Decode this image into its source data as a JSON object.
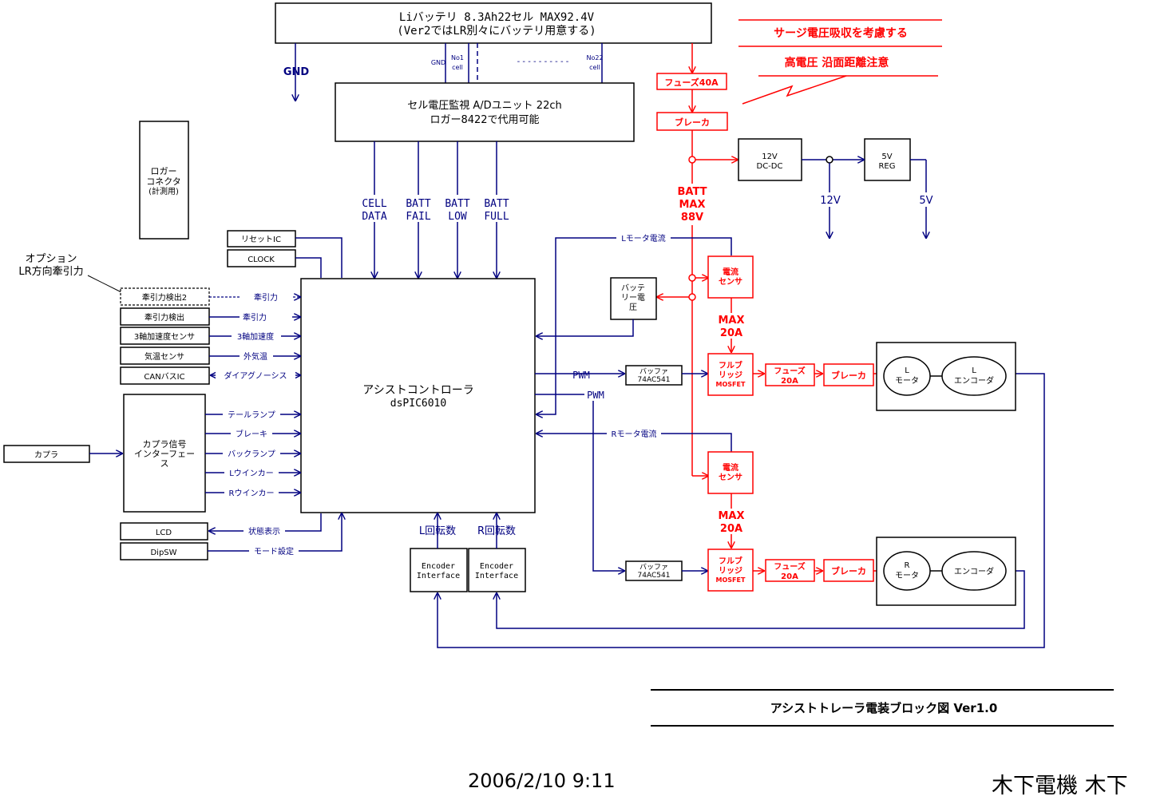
{
  "colors": {
    "black": "#000000",
    "navy": "#000080",
    "red": "#ff0000"
  },
  "battery": {
    "line1": "Liバッテリ  8.3Ah22セル MAX92.4V",
    "line2": "(Ver2ではLR別々にバッテリ用意する)"
  },
  "gnd": "GND",
  "taps": {
    "gnd": "GND",
    "no1_a": "No1",
    "no1_b": "cell",
    "dashes": "- - - - - - - - - -",
    "no22_a": "No22",
    "no22_b": "cell"
  },
  "cell_monitor": {
    "line1": "セル電圧監視 A/Dユニット  22ch",
    "line2": "ロガー8422で代用可能"
  },
  "warnings": {
    "surge": "サージ電圧吸収を考慮する",
    "creepage": "高電圧  沿面距離注意"
  },
  "fuse_main": "フューズ40A",
  "breaker_main": "ブレーカ",
  "dcdc": {
    "line1": "12V",
    "line2": "DC-DC"
  },
  "reg": {
    "line1": "5V",
    "line2": "REG"
  },
  "v12": "12V",
  "v5": "5V",
  "batt_max": {
    "line1": "BATT",
    "line2": "MAX",
    "line3": "88V"
  },
  "logger": {
    "line1": "ロガー",
    "line2": "コネクタ",
    "line3": "(計測用)"
  },
  "signals_top": [
    {
      "l1": "CELL",
      "l2": "DATA"
    },
    {
      "l1": "BATT",
      "l2": "FAIL"
    },
    {
      "l1": "BATT",
      "l2": "LOW"
    },
    {
      "l1": "BATT",
      "l2": "FULL"
    }
  ],
  "reset_ic": "リセットIC",
  "clock": "CLOCK",
  "option": {
    "line1": "オプション",
    "line2": "LR方向牽引力"
  },
  "inputs": [
    {
      "box": "牽引力検出2",
      "label": "牽引力"
    },
    {
      "box": "牽引力検出",
      "label": "牽引力"
    },
    {
      "box": "3軸加速度センサ",
      "label": "3軸加速度"
    },
    {
      "box": "気温センサ",
      "label": "外気温"
    },
    {
      "box": "CANバスIC",
      "label": "ダイアグノーシス"
    }
  ],
  "controller": {
    "line1": "アシストコントローラ",
    "line2": "dsPIC6010"
  },
  "coupler": "カプラ",
  "coupler_if": {
    "line1": "カプラ信号",
    "line2": "インターフェー",
    "line3": "ス"
  },
  "coupler_signals": [
    "テールランプ",
    "ブレーキ",
    "バックランプ",
    "Lウインカー",
    "Rウインカー"
  ],
  "lcd": "LCD",
  "dipsw": "DipSW",
  "status_display": "状態表示",
  "mode_setting": "モード設定",
  "rotation": {
    "left": "L回転数",
    "right": "R回転数"
  },
  "encoder_if": {
    "line1": "Encoder",
    "line2": "Interface"
  },
  "l_motor_current": "Lモータ電流",
  "r_motor_current": "Rモータ電流",
  "battery_voltage": {
    "line1": "バッテ",
    "line2": "リー電",
    "line3": "圧"
  },
  "current_sensor": {
    "line1": "電流",
    "line2": "センサ"
  },
  "max20a": {
    "line1": "MAX",
    "line2": "20A"
  },
  "pwm": "PWM",
  "buffer": {
    "line1": "バッファ",
    "line2": "74AC541"
  },
  "fullbridge": {
    "line1": "フルブ",
    "line2": "リッジ",
    "line3": "MOSFET"
  },
  "fuse20a": {
    "line1": "フューズ",
    "line2": "20A"
  },
  "breaker": "ブレーカ",
  "l_motor": {
    "line1": "L",
    "line2": "モータ"
  },
  "l_encoder": {
    "line1": "L",
    "line2": "エンコーダ"
  },
  "r_motor": {
    "line1": "R",
    "line2": "モータ"
  },
  "r_encoder": "エンコーダ",
  "title": "アシストトレーラ電装ブロック図  Ver1.0",
  "date": "2006/2/10 9:11",
  "author": "木下電機  木下"
}
